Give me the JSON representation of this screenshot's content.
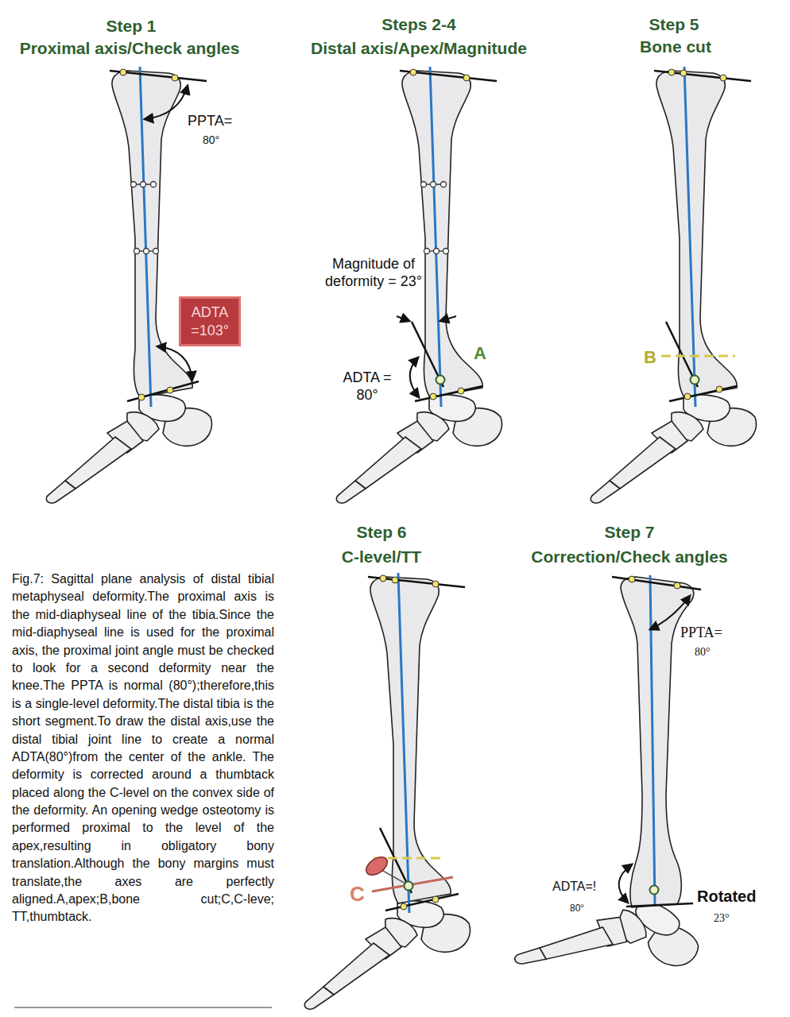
{
  "diagram": {
    "caption": "Fig.7: Sagittal plane analysis of distal tibial metaphyseal deformity.The proximal axis is the mid-diaphyseal line of the tibia.Since the mid-diaphyseal line is used for the proximal axis, the proximal joint angle must be checked to look for a second deformity near the knee.The PPTA is normal (80°);therefore,this is a single-level deformity.The distal tibia is the short segment.To draw the distal axis,use the distal tibial joint line to create a normal ADTA(80°)from the center of the ankle. The deformity is corrected around a thumbtack placed along the C-level on the convex side of the deformity. An opening wedge osteotomy is performed proximal to the level of the apex,resulting in obligatory bony translation.Although the bony margins must translate,the axes are perfectly aligned.A,apex;B,bone cut;C,C-leve; TT,thumbtack.",
    "nodes": [
      {
        "text": [
          "ADTA =103°"
        ]
      }
    ],
    "labels": [
      "Step 1",
      "Proximal axis/Check angles",
      "Steps 2-4",
      "Distal axis/Apex/Magnitude",
      "Step 5",
      "Bone cut",
      "PPTA=",
      "80°",
      "Magnitude of deformity = 23°",
      "ADTA = 80°",
      "A",
      "B",
      "Step 6",
      "C-level/TT",
      "Step 7",
      "Correction/Check angles",
      "C",
      "PPTA=",
      "80°",
      "ADTA=!",
      "80°",
      "Rotated",
      "23°"
    ]
  }
}
